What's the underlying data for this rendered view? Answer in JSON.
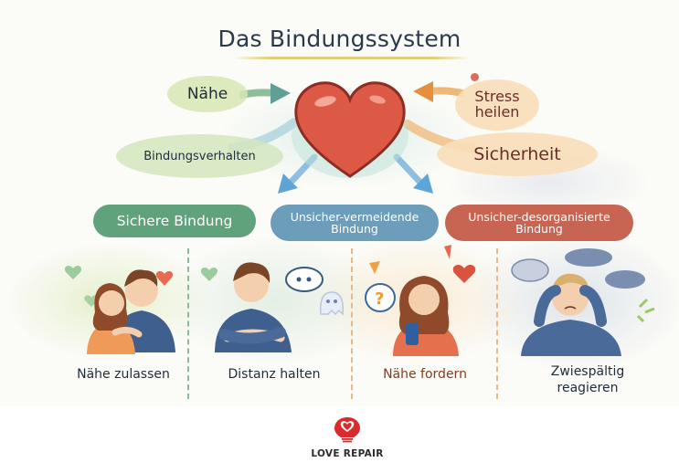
{
  "title": "Das Bindungssystem",
  "center": {
    "icon": "heart-icon",
    "color": "#d9533f"
  },
  "inputs": {
    "left": [
      {
        "label": "Nähe",
        "color": "#d6e6b4"
      },
      {
        "label": "Bindungsverhalten",
        "color": "#d4e6be"
      }
    ],
    "right": [
      {
        "label_line1": "Stress",
        "label_line2": "heilen",
        "color": "#f8deb9"
      },
      {
        "label": "Sicherheit",
        "color": "#f8deb9"
      }
    ]
  },
  "styles": [
    {
      "label": "Sichere Bindung",
      "color": "#5fa27c"
    },
    {
      "label_line1": "Unsicher-vermeidende",
      "label_line2": "Bindung",
      "color": "#6c9ebb"
    },
    {
      "label_line1": "Unsicher-desorganisierte",
      "label_line2": "Bindung",
      "color": "#c86552"
    }
  ],
  "panels": [
    {
      "caption": "Nähe zulassen",
      "illustration": "hugging-couple-illustration",
      "caption_color": "#1f2c3a"
    },
    {
      "caption": "Distanz halten",
      "illustration": "man-crossed-arms-illustration",
      "caption_color": "#1f2c3a"
    },
    {
      "caption": "Nähe fordern",
      "illustration": "woman-with-phone-illustration",
      "caption_color": "#8a3a1c"
    },
    {
      "caption_line1": "Zwiespältig",
      "caption_line2": "reagieren",
      "illustration": "stressed-man-illustration",
      "caption_color": "#1f2c3a"
    }
  ],
  "brand": {
    "name": "LOVE REPAIR",
    "icon": "heart-lightbulb-logo-icon",
    "color": "#d92b2b"
  }
}
